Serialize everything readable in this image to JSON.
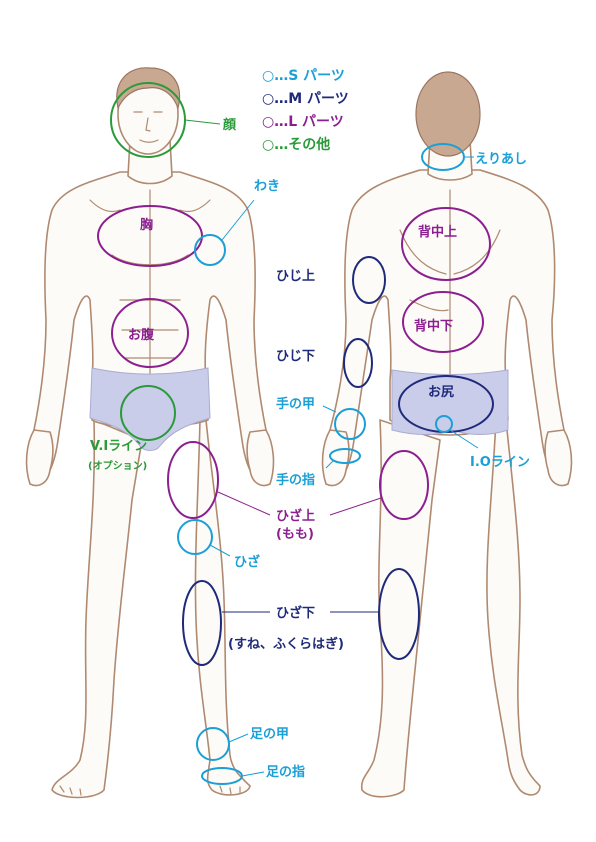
{
  "colors": {
    "s": "#1a9fd6",
    "m": "#1f2a7a",
    "l": "#8b1f8f",
    "other": "#2b9a3a",
    "body_line": "#b08a70",
    "underwear": "#c9cdea"
  },
  "legend": {
    "s": "○…S パーツ",
    "m": "○…M パーツ",
    "l": "○…L パーツ",
    "other": "○…その他"
  },
  "labels": {
    "face": "顔",
    "chest": "胸",
    "belly": "お腹",
    "armpit": "わき",
    "vi_line": "V.Iライン",
    "vi_option": "(オプション)",
    "upper_back": "背中上",
    "lower_back": "背中下",
    "buttocks": "お尻",
    "nape": "えりあし",
    "upper_elbow": "ひじ上",
    "lower_elbow": "ひじ下",
    "back_of_hand": "手の甲",
    "fingers": "手の指",
    "o_line": "I.Oライン",
    "above_knee": "ひざ上",
    "above_knee_sub": "(もも)",
    "knee": "ひざ",
    "below_knee": "ひざ下",
    "below_knee_sub": "(すね、ふくらはぎ)",
    "top_of_foot": "足の甲",
    "toes": "足の指"
  }
}
